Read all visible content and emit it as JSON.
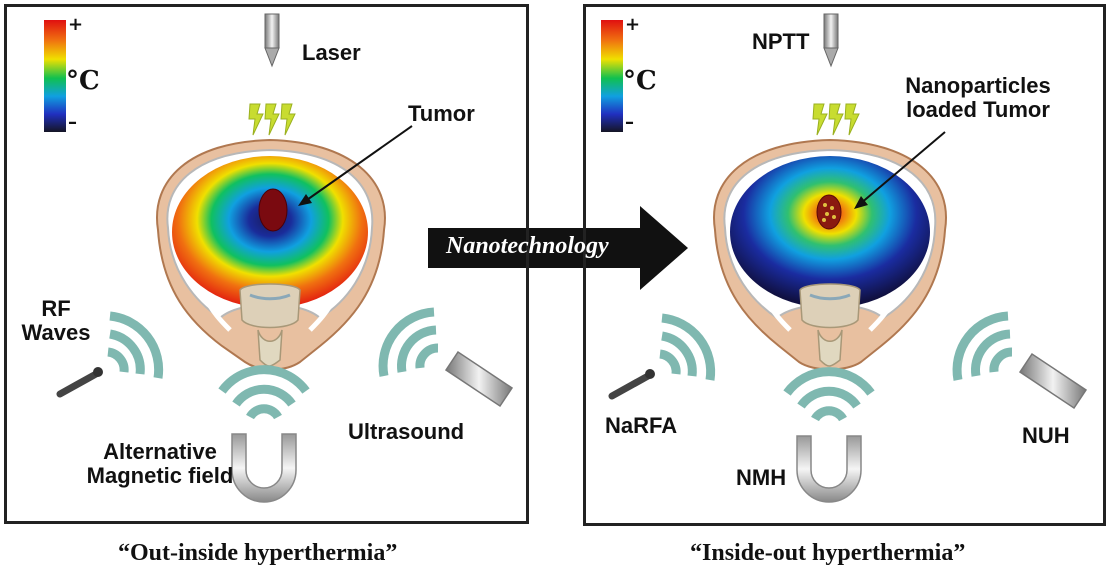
{
  "left_panel": {
    "scale": {
      "plus": "+",
      "unit": "°C",
      "minus": "–"
    },
    "labels": {
      "laser": "Laser",
      "tumor": "Tumor",
      "rf_line1": "RF",
      "rf_line2": "Waves",
      "ultrasound": "Ultrasound",
      "magnetic_line1": "Alternative",
      "magnetic_line2": "Magnetic field"
    },
    "caption": "“Out-inside hyperthermia”"
  },
  "arrow_label": "Nanotechnology",
  "right_panel": {
    "scale": {
      "plus": "+",
      "unit": "°C",
      "minus": "–"
    },
    "labels": {
      "nptt": "NPTT",
      "tumor_line1": "Nanoparticles",
      "tumor_line2": "loaded Tumor",
      "narfa": "NaRFA",
      "nmh": "NMH",
      "nuh": "NUH"
    },
    "caption": "“Inside-out hyperthermia”"
  },
  "colors": {
    "hot": "#e01010",
    "warm": "#f0e000",
    "cool": "#10a0e0",
    "cold": "#1a1a6a",
    "wave": "#7fb8b0",
    "tissue": "#e8c0a0",
    "arrow": "#111111"
  }
}
